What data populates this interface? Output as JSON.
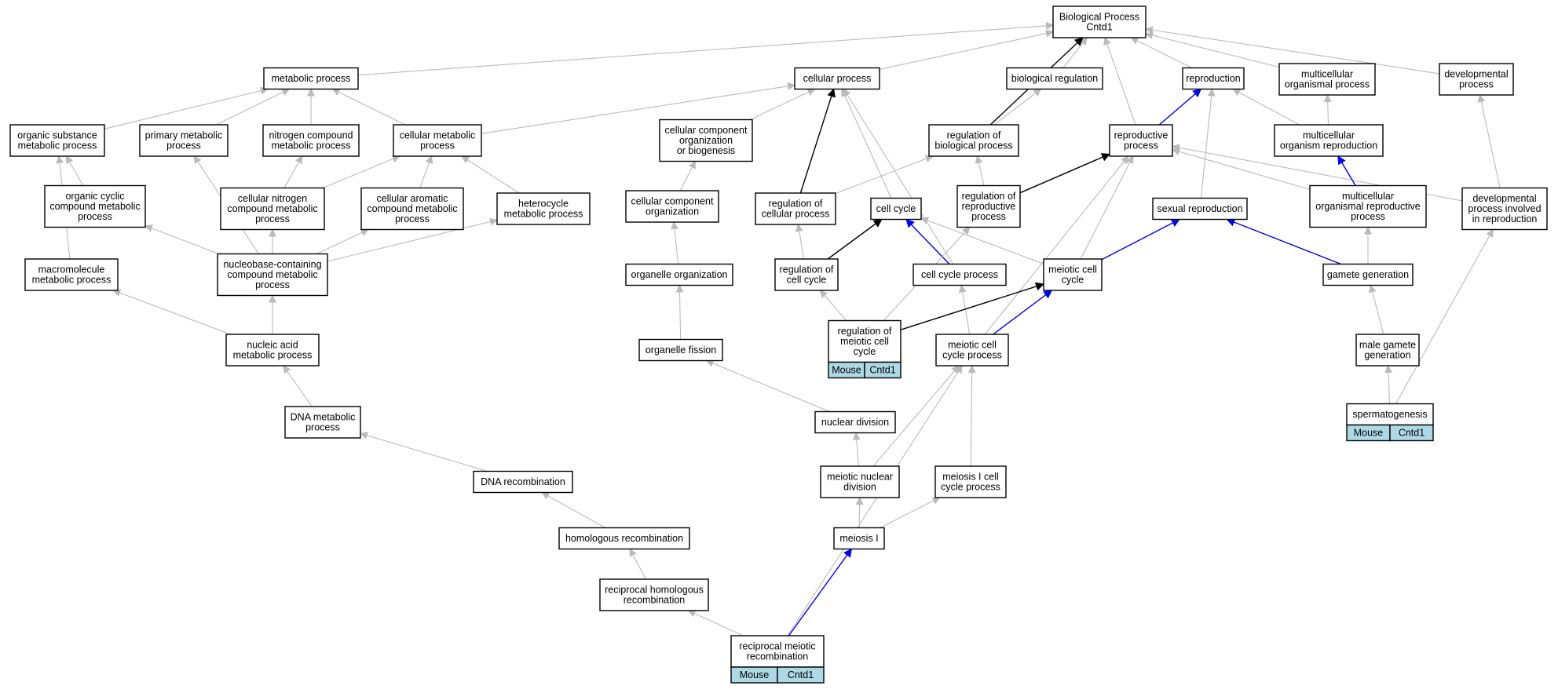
{
  "colors": {
    "edge_default": "#bbbbbb",
    "edge_blue": "#0000ee",
    "edge_black": "#000000",
    "annotation": "#add8e6"
  },
  "nodes": [
    {
      "id": "bp",
      "lines": [
        "Biological Process",
        "Cntd1"
      ]
    },
    {
      "id": "metabolic",
      "lines": [
        "metabolic process"
      ]
    },
    {
      "id": "cellular",
      "lines": [
        "cellular process"
      ]
    },
    {
      "id": "bioreg",
      "lines": [
        "biological regulation"
      ]
    },
    {
      "id": "reproduction",
      "lines": [
        "reproduction"
      ]
    },
    {
      "id": "multicell",
      "lines": [
        "multicellular",
        "organismal process"
      ]
    },
    {
      "id": "developmental",
      "lines": [
        "developmental",
        "process"
      ]
    },
    {
      "id": "organic_sub",
      "lines": [
        "organic substance",
        "metabolic process"
      ]
    },
    {
      "id": "primary_met",
      "lines": [
        "primary metabolic",
        "process"
      ]
    },
    {
      "id": "nitrogen_met",
      "lines": [
        "nitrogen compound",
        "metabolic process"
      ]
    },
    {
      "id": "cell_met",
      "lines": [
        "cellular metabolic",
        "process"
      ]
    },
    {
      "id": "ccob",
      "lines": [
        "cellular component",
        "organization",
        "or biogenesis"
      ]
    },
    {
      "id": "reg_bio",
      "lines": [
        "regulation of",
        "biological process"
      ]
    },
    {
      "id": "repro_proc",
      "lines": [
        "reproductive",
        "process"
      ]
    },
    {
      "id": "mcorg_repro",
      "lines": [
        "multicellular",
        "organism reproduction"
      ]
    },
    {
      "id": "org_cyclic",
      "lines": [
        "organic cyclic",
        "compound metabolic",
        "process"
      ]
    },
    {
      "id": "cell_nitrogen",
      "lines": [
        "cellular nitrogen",
        "compound metabolic",
        "process"
      ]
    },
    {
      "id": "cell_aromatic",
      "lines": [
        "cellular aromatic",
        "compound metabolic",
        "process"
      ]
    },
    {
      "id": "heterocycle",
      "lines": [
        "heterocycle",
        "metabolic process"
      ]
    },
    {
      "id": "cco",
      "lines": [
        "cellular component",
        "organization"
      ]
    },
    {
      "id": "reg_cellproc",
      "lines": [
        "regulation of",
        "cellular process"
      ]
    },
    {
      "id": "cell_cycle",
      "lines": [
        "cell cycle"
      ]
    },
    {
      "id": "reg_repro",
      "lines": [
        "regulation of",
        "reproductive",
        "process"
      ]
    },
    {
      "id": "sexual_repro",
      "lines": [
        "sexual reproduction"
      ]
    },
    {
      "id": "mo_repro_proc",
      "lines": [
        "multicellular",
        "organismal reproductive",
        "process"
      ]
    },
    {
      "id": "dev_repro",
      "lines": [
        "developmental",
        "process involved",
        "in reproduction"
      ]
    },
    {
      "id": "macromol",
      "lines": [
        "macromolecule",
        "metabolic process"
      ]
    },
    {
      "id": "nucleobase",
      "lines": [
        "nucleobase-containing",
        "compound metabolic",
        "process"
      ]
    },
    {
      "id": "organelle_org",
      "lines": [
        "organelle organization"
      ]
    },
    {
      "id": "reg_cellcycle",
      "lines": [
        "regulation of",
        "cell cycle"
      ]
    },
    {
      "id": "cc_process",
      "lines": [
        "cell cycle process"
      ]
    },
    {
      "id": "meiotic_cc",
      "lines": [
        "meiotic cell",
        "cycle"
      ]
    },
    {
      "id": "gamete_gen",
      "lines": [
        "gamete generation"
      ]
    },
    {
      "id": "nucleic_acid",
      "lines": [
        "nucleic acid",
        "metabolic process"
      ]
    },
    {
      "id": "organelle_fission",
      "lines": [
        "organelle fission"
      ]
    },
    {
      "id": "reg_meiotic",
      "lines": [
        "regulation of",
        "meiotic cell",
        "cycle"
      ],
      "annotation": [
        "Mouse",
        "Cntd1"
      ]
    },
    {
      "id": "meiotic_ccp",
      "lines": [
        "meiotic cell",
        "cycle process"
      ]
    },
    {
      "id": "male_gamete",
      "lines": [
        "male gamete",
        "generation"
      ]
    },
    {
      "id": "dna_met",
      "lines": [
        "DNA metabolic",
        "process"
      ]
    },
    {
      "id": "nuclear_div",
      "lines": [
        "nuclear division"
      ]
    },
    {
      "id": "spermatogenesis",
      "lines": [
        "spermatogenesis"
      ],
      "annotation": [
        "Mouse",
        "Cntd1"
      ]
    },
    {
      "id": "meiotic_nuc",
      "lines": [
        "meiotic nuclear",
        "division"
      ]
    },
    {
      "id": "meiosis1_ccp",
      "lines": [
        "meiosis I cell",
        "cycle process"
      ]
    },
    {
      "id": "dna_recomb",
      "lines": [
        "DNA recombination"
      ]
    },
    {
      "id": "meiosis1",
      "lines": [
        "meiosis I"
      ]
    },
    {
      "id": "homolog_recomb",
      "lines": [
        "homologous recombination"
      ]
    },
    {
      "id": "recip_homolog",
      "lines": [
        "reciprocal homologous",
        "recombination"
      ]
    },
    {
      "id": "recip_meiotic",
      "lines": [
        "reciprocal meiotic",
        "recombination"
      ],
      "annotation": [
        "Mouse",
        "Cntd1"
      ]
    }
  ],
  "edges": [
    {
      "from": "metabolic",
      "to": "bp",
      "color": "gray"
    },
    {
      "from": "cellular",
      "to": "bp",
      "color": "gray"
    },
    {
      "from": "bioreg",
      "to": "bp",
      "color": "gray"
    },
    {
      "from": "reproduction",
      "to": "bp",
      "color": "gray"
    },
    {
      "from": "multicell",
      "to": "bp",
      "color": "gray"
    },
    {
      "from": "developmental",
      "to": "bp",
      "color": "gray"
    },
    {
      "from": "reg_bio",
      "to": "bp",
      "color": "black"
    },
    {
      "from": "repro_proc",
      "to": "bp",
      "color": "gray"
    },
    {
      "from": "organic_sub",
      "to": "metabolic",
      "color": "gray"
    },
    {
      "from": "primary_met",
      "to": "metabolic",
      "color": "gray"
    },
    {
      "from": "nitrogen_met",
      "to": "metabolic",
      "color": "gray"
    },
    {
      "from": "cell_met",
      "to": "metabolic",
      "color": "gray"
    },
    {
      "from": "cell_met",
      "to": "cellular",
      "color": "gray"
    },
    {
      "from": "ccob",
      "to": "cellular",
      "color": "gray"
    },
    {
      "from": "reg_cellproc",
      "to": "cellular",
      "color": "black"
    },
    {
      "from": "cell_cycle",
      "to": "cellular",
      "color": "gray"
    },
    {
      "from": "cc_process",
      "to": "cellular",
      "color": "gray"
    },
    {
      "from": "reg_bio",
      "to": "bioreg",
      "color": "gray"
    },
    {
      "from": "repro_proc",
      "to": "reproduction",
      "color": "blue"
    },
    {
      "from": "sexual_repro",
      "to": "reproduction",
      "color": "gray"
    },
    {
      "from": "mcorg_repro",
      "to": "reproduction",
      "color": "gray"
    },
    {
      "from": "mcorg_repro",
      "to": "multicell",
      "color": "gray"
    },
    {
      "from": "dev_repro",
      "to": "developmental",
      "color": "gray"
    },
    {
      "from": "org_cyclic",
      "to": "organic_sub",
      "color": "gray"
    },
    {
      "from": "macromol",
      "to": "organic_sub",
      "color": "gray"
    },
    {
      "from": "nucleobase",
      "to": "primary_met",
      "color": "gray"
    },
    {
      "from": "cell_nitrogen",
      "to": "nitrogen_met",
      "color": "gray"
    },
    {
      "from": "cell_nitrogen",
      "to": "cell_met",
      "color": "gray"
    },
    {
      "from": "cell_aromatic",
      "to": "cell_met",
      "color": "gray"
    },
    {
      "from": "heterocycle",
      "to": "cell_met",
      "color": "gray"
    },
    {
      "from": "cco",
      "to": "ccob",
      "color": "gray"
    },
    {
      "from": "reg_cellproc",
      "to": "reg_bio",
      "color": "gray"
    },
    {
      "from": "reg_repro",
      "to": "reg_bio",
      "color": "gray"
    },
    {
      "from": "reg_repro",
      "to": "repro_proc",
      "color": "black"
    },
    {
      "from": "meiotic_cc",
      "to": "repro_proc",
      "color": "gray"
    },
    {
      "from": "meiotic_ccp",
      "to": "repro_proc",
      "color": "gray"
    },
    {
      "from": "mo_repro_proc",
      "to": "repro_proc",
      "color": "gray"
    },
    {
      "from": "dev_repro",
      "to": "repro_proc",
      "color": "gray"
    },
    {
      "from": "mo_repro_proc",
      "to": "mcorg_repro",
      "color": "blue"
    },
    {
      "from": "nucleobase",
      "to": "org_cyclic",
      "color": "gray"
    },
    {
      "from": "nucleobase",
      "to": "cell_nitrogen",
      "color": "gray"
    },
    {
      "from": "nucleobase",
      "to": "cell_aromatic",
      "color": "gray"
    },
    {
      "from": "nucleobase",
      "to": "heterocycle",
      "color": "gray"
    },
    {
      "from": "organelle_org",
      "to": "cco",
      "color": "gray"
    },
    {
      "from": "reg_cellcycle",
      "to": "reg_cellproc",
      "color": "gray"
    },
    {
      "from": "reg_cellcycle",
      "to": "cell_cycle",
      "color": "black"
    },
    {
      "from": "cc_process",
      "to": "cell_cycle",
      "color": "blue"
    },
    {
      "from": "meiotic_cc",
      "to": "cell_cycle",
      "color": "gray"
    },
    {
      "from": "reg_meiotic",
      "to": "reg_repro",
      "color": "gray"
    },
    {
      "from": "meiotic_cc",
      "to": "sexual_repro",
      "color": "blue"
    },
    {
      "from": "gamete_gen",
      "to": "sexual_repro",
      "color": "blue"
    },
    {
      "from": "gamete_gen",
      "to": "mo_repro_proc",
      "color": "gray"
    },
    {
      "from": "spermatogenesis",
      "to": "dev_repro",
      "color": "gray"
    },
    {
      "from": "nucleic_acid",
      "to": "macromol",
      "color": "gray"
    },
    {
      "from": "nucleic_acid",
      "to": "nucleobase",
      "color": "gray"
    },
    {
      "from": "organelle_fission",
      "to": "organelle_org",
      "color": "gray"
    },
    {
      "from": "reg_meiotic",
      "to": "reg_cellcycle",
      "color": "gray"
    },
    {
      "from": "meiotic_ccp",
      "to": "cc_process",
      "color": "gray"
    },
    {
      "from": "reg_meiotic",
      "to": "meiotic_cc",
      "color": "black"
    },
    {
      "from": "meiotic_ccp",
      "to": "meiotic_cc",
      "color": "blue"
    },
    {
      "from": "male_gamete",
      "to": "gamete_gen",
      "color": "gray"
    },
    {
      "from": "dna_met",
      "to": "nucleic_acid",
      "color": "gray"
    },
    {
      "from": "nuclear_div",
      "to": "organelle_fission",
      "color": "gray"
    },
    {
      "from": "meiotic_nuc",
      "to": "meiotic_ccp",
      "color": "gray"
    },
    {
      "from": "meiosis1_ccp",
      "to": "meiotic_ccp",
      "color": "gray"
    },
    {
      "from": "recip_meiotic",
      "to": "meiotic_ccp",
      "color": "gray"
    },
    {
      "from": "spermatogenesis",
      "to": "male_gamete",
      "color": "gray"
    },
    {
      "from": "dna_recomb",
      "to": "dna_met",
      "color": "gray"
    },
    {
      "from": "meiotic_nuc",
      "to": "nuclear_div",
      "color": "gray"
    },
    {
      "from": "meiosis1",
      "to": "meiotic_nuc",
      "color": "gray"
    },
    {
      "from": "meiosis1",
      "to": "meiosis1_ccp",
      "color": "gray"
    },
    {
      "from": "homolog_recomb",
      "to": "dna_recomb",
      "color": "gray"
    },
    {
      "from": "recip_meiotic",
      "to": "meiosis1",
      "color": "blue"
    },
    {
      "from": "recip_homolog",
      "to": "homolog_recomb",
      "color": "gray"
    },
    {
      "from": "recip_meiotic",
      "to": "recip_homolog",
      "color": "gray"
    }
  ]
}
